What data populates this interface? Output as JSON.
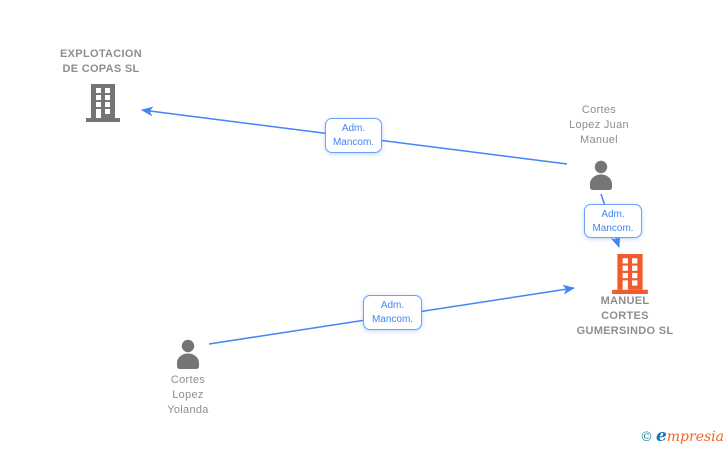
{
  "diagram": {
    "nodes": {
      "explotacion": {
        "label": "EXPLOTACION\nDE COPAS SL",
        "type": "company"
      },
      "juan_manuel": {
        "label": "Cortes\nLopez Juan\nManuel",
        "type": "person"
      },
      "gumersindo": {
        "label": "MANUEL\nCORTES\nGUMERSINDO SL",
        "type": "company-highlighted"
      },
      "yolanda": {
        "label": "Cortes\nLopez\nYolanda",
        "type": "person"
      }
    },
    "edges": {
      "juan_to_explotacion": {
        "label": "Adm.\nMancom."
      },
      "juan_to_gumersindo": {
        "label": "Adm.\nMancom."
      },
      "yolanda_to_gumersindo": {
        "label": "Adm.\nMancom."
      }
    }
  },
  "colors": {
    "edge_blue": "#4285f4",
    "box_border_blue": "#6ba1f6",
    "icon_gray": "#757575",
    "label_gray": "#8e8e8e",
    "highlight_orange": "#f15b2e",
    "logo_teal": "#20808f",
    "logo_blue": "#1b75bb",
    "logo_orange": "#f26522"
  },
  "footer": {
    "copyright": "©",
    "brand_first": "e",
    "brand_rest": "mpresia"
  }
}
